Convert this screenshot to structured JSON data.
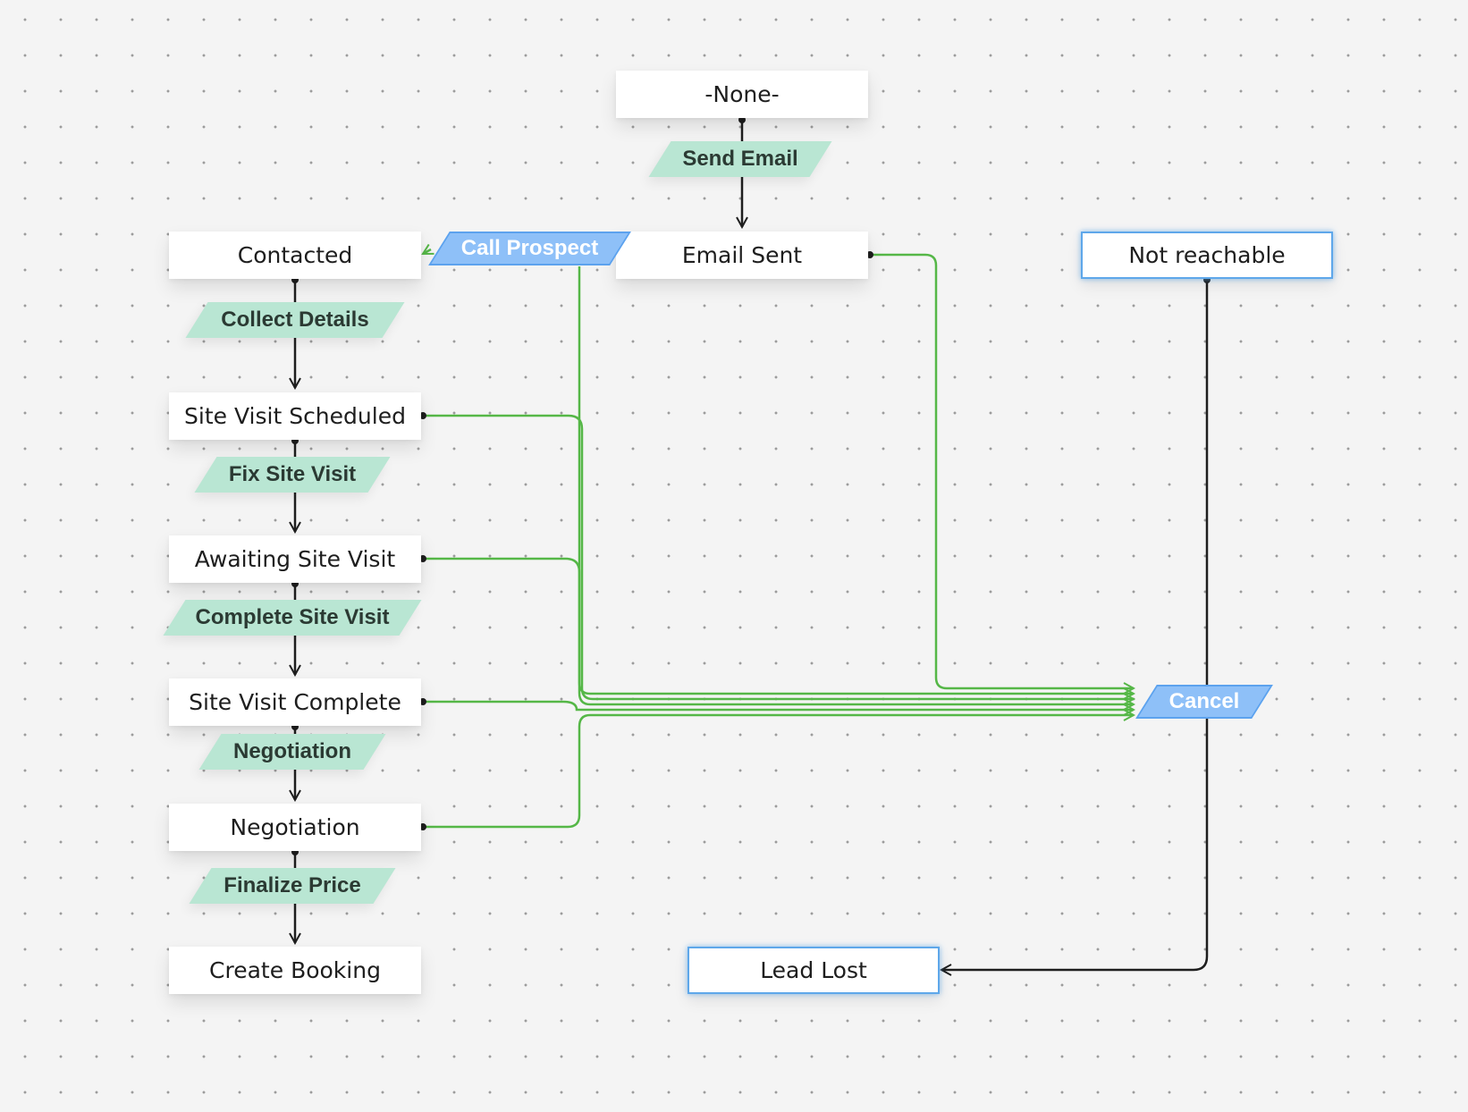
{
  "states": {
    "none": "-None-",
    "contacted": "Contacted",
    "email_sent": "Email Sent",
    "not_reachable": "Not reachable",
    "site_visit_scheduled": "Site Visit Scheduled",
    "awaiting_site_visit": "Awaiting Site Visit",
    "site_visit_complete": "Site Visit Complete",
    "negotiation": "Negotiation",
    "create_booking": "Create Booking",
    "lead_lost": "Lead Lost"
  },
  "actions": {
    "send_email": "Send Email",
    "call_prospect": "Call Prospect",
    "collect_details": "Collect Details",
    "fix_site_visit": "Fix Site Visit",
    "complete_site_visit": "Complete Site Visit",
    "negotiation": "Negotiation",
    "finalize_price": "Finalize Price",
    "cancel": "Cancel"
  },
  "colors": {
    "background": "#f4f4f4",
    "dot": "#9c9c9c",
    "node": "#ffffff",
    "action_green": "#b9e6d3",
    "action_blue": "#8ec0f8",
    "action_blue_border": "#5ca2ee",
    "line_black": "#1e1e1e",
    "line_green": "#55b747",
    "selected_border": "#5ea7ea"
  }
}
